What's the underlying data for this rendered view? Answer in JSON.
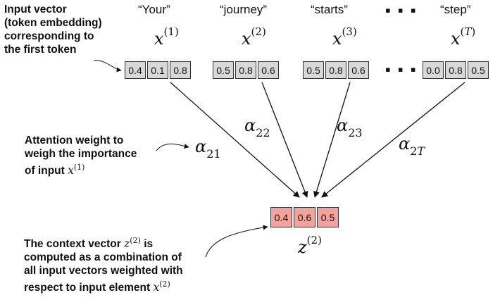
{
  "ellipsis": "▪ ▪ ▪",
  "x_symbol": "x",
  "alpha_symbol": "α",
  "tokens": [
    {
      "word": "“Your”",
      "index": "1",
      "values": [
        "0.4",
        "0.1",
        "0.8"
      ]
    },
    {
      "word": "“journey”",
      "index": "2",
      "values": [
        "0.5",
        "0.8",
        "0.6"
      ]
    },
    {
      "word": "“starts”",
      "index": "3",
      "values": [
        "0.5",
        "0.8",
        "0.6"
      ]
    },
    {
      "word": "“step”",
      "index": "T",
      "values": [
        "0.0",
        "0.8",
        "0.5"
      ]
    }
  ],
  "weights": [
    "21",
    "22",
    "23",
    "2T"
  ],
  "context": {
    "symbol": "z",
    "index": "2",
    "values": [
      "0.4",
      "0.6",
      "0.5"
    ],
    "color": "#f3a39b"
  },
  "vector_color": "#d8d8d8",
  "notes": {
    "input": [
      "Input vector",
      "(token embedding)",
      "corresponding to",
      "the first token"
    ],
    "attention": [
      "Attention weight to",
      "weigh the importance",
      "of input"
    ],
    "context": [
      "The context vector",
      "is",
      "computed as a combination of",
      "all input vectors weighted with",
      "respect to input element"
    ]
  }
}
